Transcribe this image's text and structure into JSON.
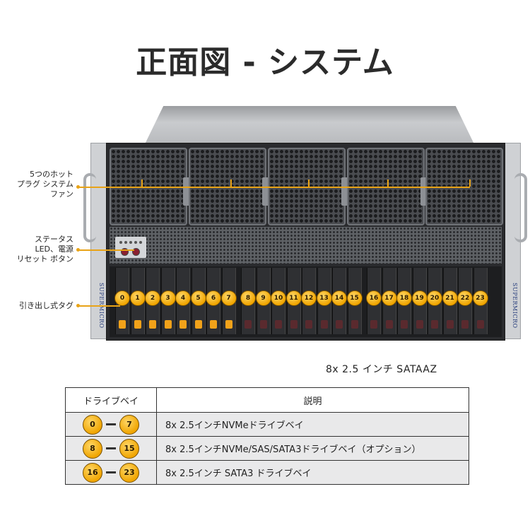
{
  "title": "正面図 - システム",
  "server": {
    "brand": "SUPERMICRO",
    "fans": 5,
    "bay_labels": [
      "0",
      "1",
      "2",
      "3",
      "4",
      "5",
      "6",
      "7",
      "8",
      "9",
      "10",
      "11",
      "12",
      "13",
      "14",
      "15",
      "16",
      "17",
      "18",
      "19",
      "20",
      "21",
      "22",
      "23"
    ]
  },
  "callouts": {
    "fans": [
      "5つのホット",
      "プラグ システム",
      "ファン"
    ],
    "status": [
      "ステータス",
      "LED、電源",
      "リセット ボタン"
    ],
    "tag": [
      "引き出し式タグ"
    ]
  },
  "caption": "8x 2.5 インチ SATAAZ",
  "table": {
    "headers": [
      "ドライブベイ",
      "説明"
    ],
    "rows": [
      {
        "from": "0",
        "to": "7",
        "desc": "8x 2.5インチNVMeドライブベイ"
      },
      {
        "from": "8",
        "to": "15",
        "desc": "8x 2.5インチNVMe/SAS/SATA3ドライブベイ（オプション）"
      },
      {
        "from": "16",
        "to": "23",
        "desc": "8x 2.5インチ SATA3 ドライブベイ"
      }
    ]
  },
  "colors": {
    "accent": "#e8a317",
    "badge": "#f0a500"
  }
}
